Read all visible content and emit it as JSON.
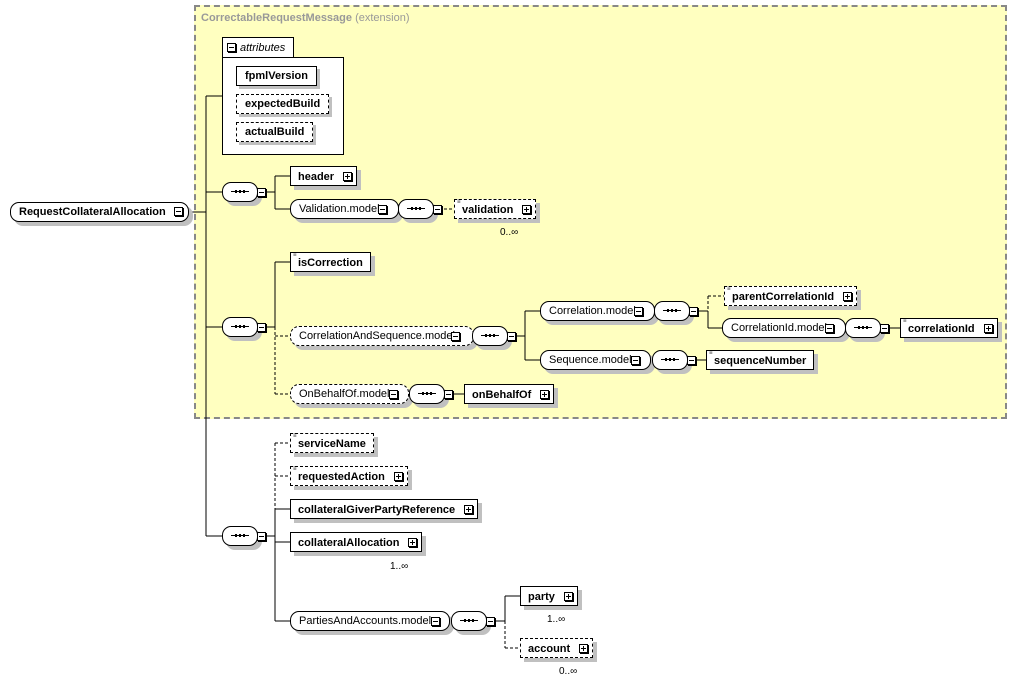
{
  "extension": {
    "name": "CorrectableRequestMessage",
    "kind": "(extension)"
  },
  "root": {
    "label": "RequestCollateralAllocation"
  },
  "attributes": {
    "label": "attributes",
    "items": [
      "fpmlVersion",
      "expectedBuild",
      "actualBuild"
    ]
  },
  "elements": {
    "header": "header",
    "validation_model": "Validation.model",
    "validation": "validation",
    "validation_card": "0..∞",
    "isCorrection": "isCorrection",
    "corr_seq_model": "CorrelationAndSequence.model",
    "correlation_model": "Correlation.model",
    "parentCorrelationId": "parentCorrelationId",
    "correlationId_model": "CorrelationId.model",
    "correlationId": "correlationId",
    "sequence_model": "Sequence.model",
    "sequenceNumber": "sequenceNumber",
    "onBehalfOf_model": "OnBehalfOf.model",
    "onBehalfOf": "onBehalfOf",
    "serviceName": "serviceName",
    "requestedAction": "requestedAction",
    "collateralGiverPartyReference": "collateralGiverPartyReference",
    "collateralAllocation": "collateralAllocation",
    "collateralAllocation_card": "1..∞",
    "partiesAndAccounts_model": "PartiesAndAccounts.model",
    "party": "party",
    "party_card": "1..∞",
    "account": "account",
    "account_card": "0..∞"
  }
}
